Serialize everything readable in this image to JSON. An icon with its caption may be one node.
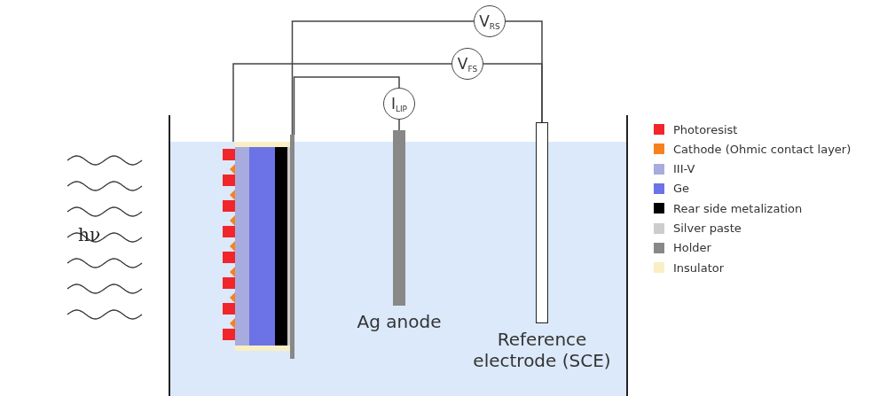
{
  "diagram": {
    "nodes": [
      {
        "text": [
          "V$_{RS}$"
        ]
      },
      {
        "text": [
          "V$_{FS}$"
        ]
      },
      {
        "text": [
          "I$_{LIP}$"
        ]
      },
      {
        "text": [
          "Ag anode"
        ]
      },
      {
        "text": [
          "Reference electrode (SCE)"
        ]
      },
      {
        "text": [],
        "shape": "box"
      },
      {
        "text": [],
        "shape": "bar"
      }
    ],
    "edges": [
      {
        "from": 0,
        "to": 6,
        "arrow": "none"
      },
      {
        "from": 0,
        "to": 4,
        "arrow": "none"
      },
      {
        "from": 1,
        "to": 5,
        "arrow": "none"
      },
      {
        "from": 1,
        "to": 4,
        "arrow": "none"
      },
      {
        "from": 2,
        "to": 6,
        "arrow": "none"
      },
      {
        "from": 2,
        "to": 3,
        "arrow": "none"
      }
    ],
    "labels": [
      "hν"
    ],
    "legend": [
      {
        "text": "Photoresist",
        "color": "#f0262b"
      },
      {
        "text": "Cathode (Ohmic contact layer)",
        "color": "#f5821f"
      },
      {
        "text": "III-V",
        "color": "#a8abdd"
      },
      {
        "text": "Ge",
        "color": "#6b73e6"
      },
      {
        "text": "Rear side metalization",
        "color": "#000000"
      },
      {
        "text": "Silver paste",
        "color": "#cccccc"
      },
      {
        "text": "Holder",
        "color": "#888888"
      },
      {
        "text": "Insulator",
        "color": "#f8efc4"
      }
    ]
  }
}
